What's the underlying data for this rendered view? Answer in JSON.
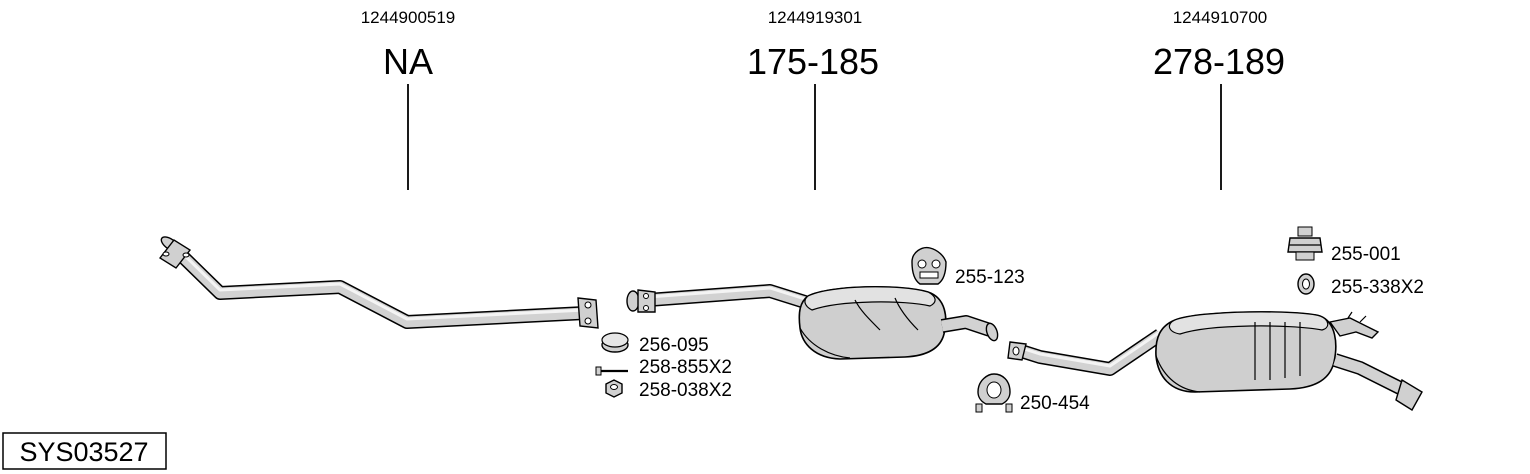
{
  "columns": [
    {
      "oe_number": "1244900519",
      "part_number": "NA"
    },
    {
      "oe_number": "1244919301",
      "part_number": "175-185"
    },
    {
      "oe_number": "1244910700",
      "part_number": "278-189"
    }
  ],
  "accessories": {
    "clamp_ring": "256-095",
    "bolt": "258-855X2",
    "nut": "258-038X2",
    "hanger_a": "255-123",
    "clamp_b": "250-454",
    "rubber_mount": "255-001",
    "ring": "255-338X2"
  },
  "system_code": "SYS03527"
}
